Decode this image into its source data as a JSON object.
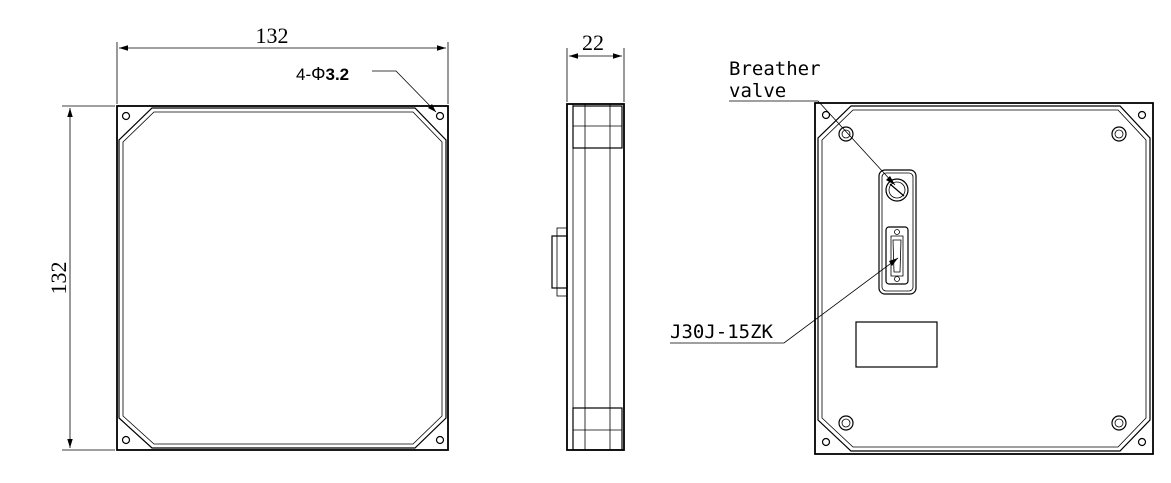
{
  "front_view": {
    "width_dimension": "132",
    "height_dimension": "132",
    "hole_prefix": "4-",
    "hole_symbol": "Φ",
    "hole_size": "3.2"
  },
  "side_view": {
    "thickness_dimension": "22"
  },
  "rear_view": {
    "breather_label_line1": "Breather",
    "breather_label_line2": "valve",
    "connector_label": "J30J-15ZK"
  }
}
